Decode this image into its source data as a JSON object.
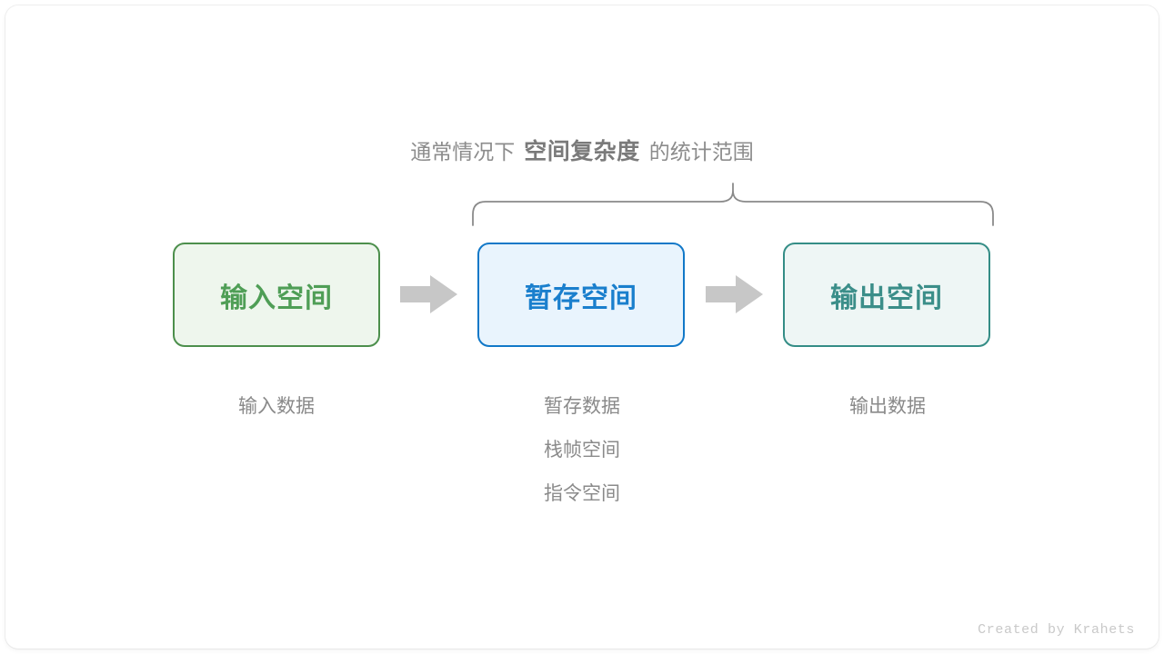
{
  "meta": {
    "accent_green": "#4f9e56",
    "accent_blue": "#1a7fcd",
    "accent_teal": "#3b8e89",
    "gray_text": "#8a8a8a",
    "arrow_gray": "#c7c7c7",
    "brace_gray": "#8a8a8a",
    "card_background": "#ffffff"
  },
  "title": {
    "prefix": "通常情况下",
    "emphasis": "空间复杂度",
    "suffix": "的统计范围"
  },
  "brace": {
    "label": "scope-brace"
  },
  "boxes": [
    {
      "key": "input",
      "label": "输入空间"
    },
    {
      "key": "temp",
      "label": "暂存空间"
    },
    {
      "key": "output",
      "label": "输出空间"
    }
  ],
  "arrows": [
    {
      "key": "arrow-input-to-temp"
    },
    {
      "key": "arrow-temp-to-output"
    }
  ],
  "captions": {
    "input": {
      "lines": [
        "输入数据"
      ]
    },
    "temp": {
      "lines": [
        "暂存数据",
        "栈帧空间",
        "指令空间"
      ]
    },
    "output": {
      "lines": [
        "输出数据"
      ]
    }
  },
  "footer": {
    "credit": "Created by Krahets"
  }
}
